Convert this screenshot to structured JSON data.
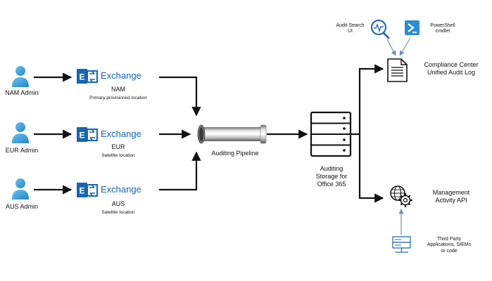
{
  "admins": [
    {
      "label": "NAM Admin"
    },
    {
      "label": "EUR Admin"
    },
    {
      "label": "AUS Admin"
    }
  ],
  "exchange": [
    {
      "brand": "Exchange",
      "region": "NAM",
      "location": "Primary provisioned location"
    },
    {
      "brand": "Exchange",
      "region": "EUR",
      "location": "Satellite location"
    },
    {
      "brand": "Exchange",
      "region": "AUS",
      "location": "Satellite location"
    }
  ],
  "pipeline": {
    "label": "Auditing Pipeline"
  },
  "storage": {
    "line1": "Auditing",
    "line2": "Storage for",
    "line3": "Office 365"
  },
  "audit_search": {
    "line1": "Audit Search",
    "line2": "UI"
  },
  "powershell": {
    "line1": "PowerShell",
    "line2": "cmdlet"
  },
  "compliance": {
    "line1": "Compliance Center",
    "line2": "Unified Audit Log"
  },
  "management_api": {
    "line1": "Management",
    "line2": "Activity API"
  },
  "third_party": {
    "line1": "Third Party",
    "line2": "Applications, SIEMs",
    "line3": "or code"
  },
  "colors": {
    "person": "#2e9fe0",
    "exchange": "#1565b5",
    "accent_blue": "#2b6cb0",
    "connector": "#111111",
    "light_arrow": "#6a8db5"
  }
}
